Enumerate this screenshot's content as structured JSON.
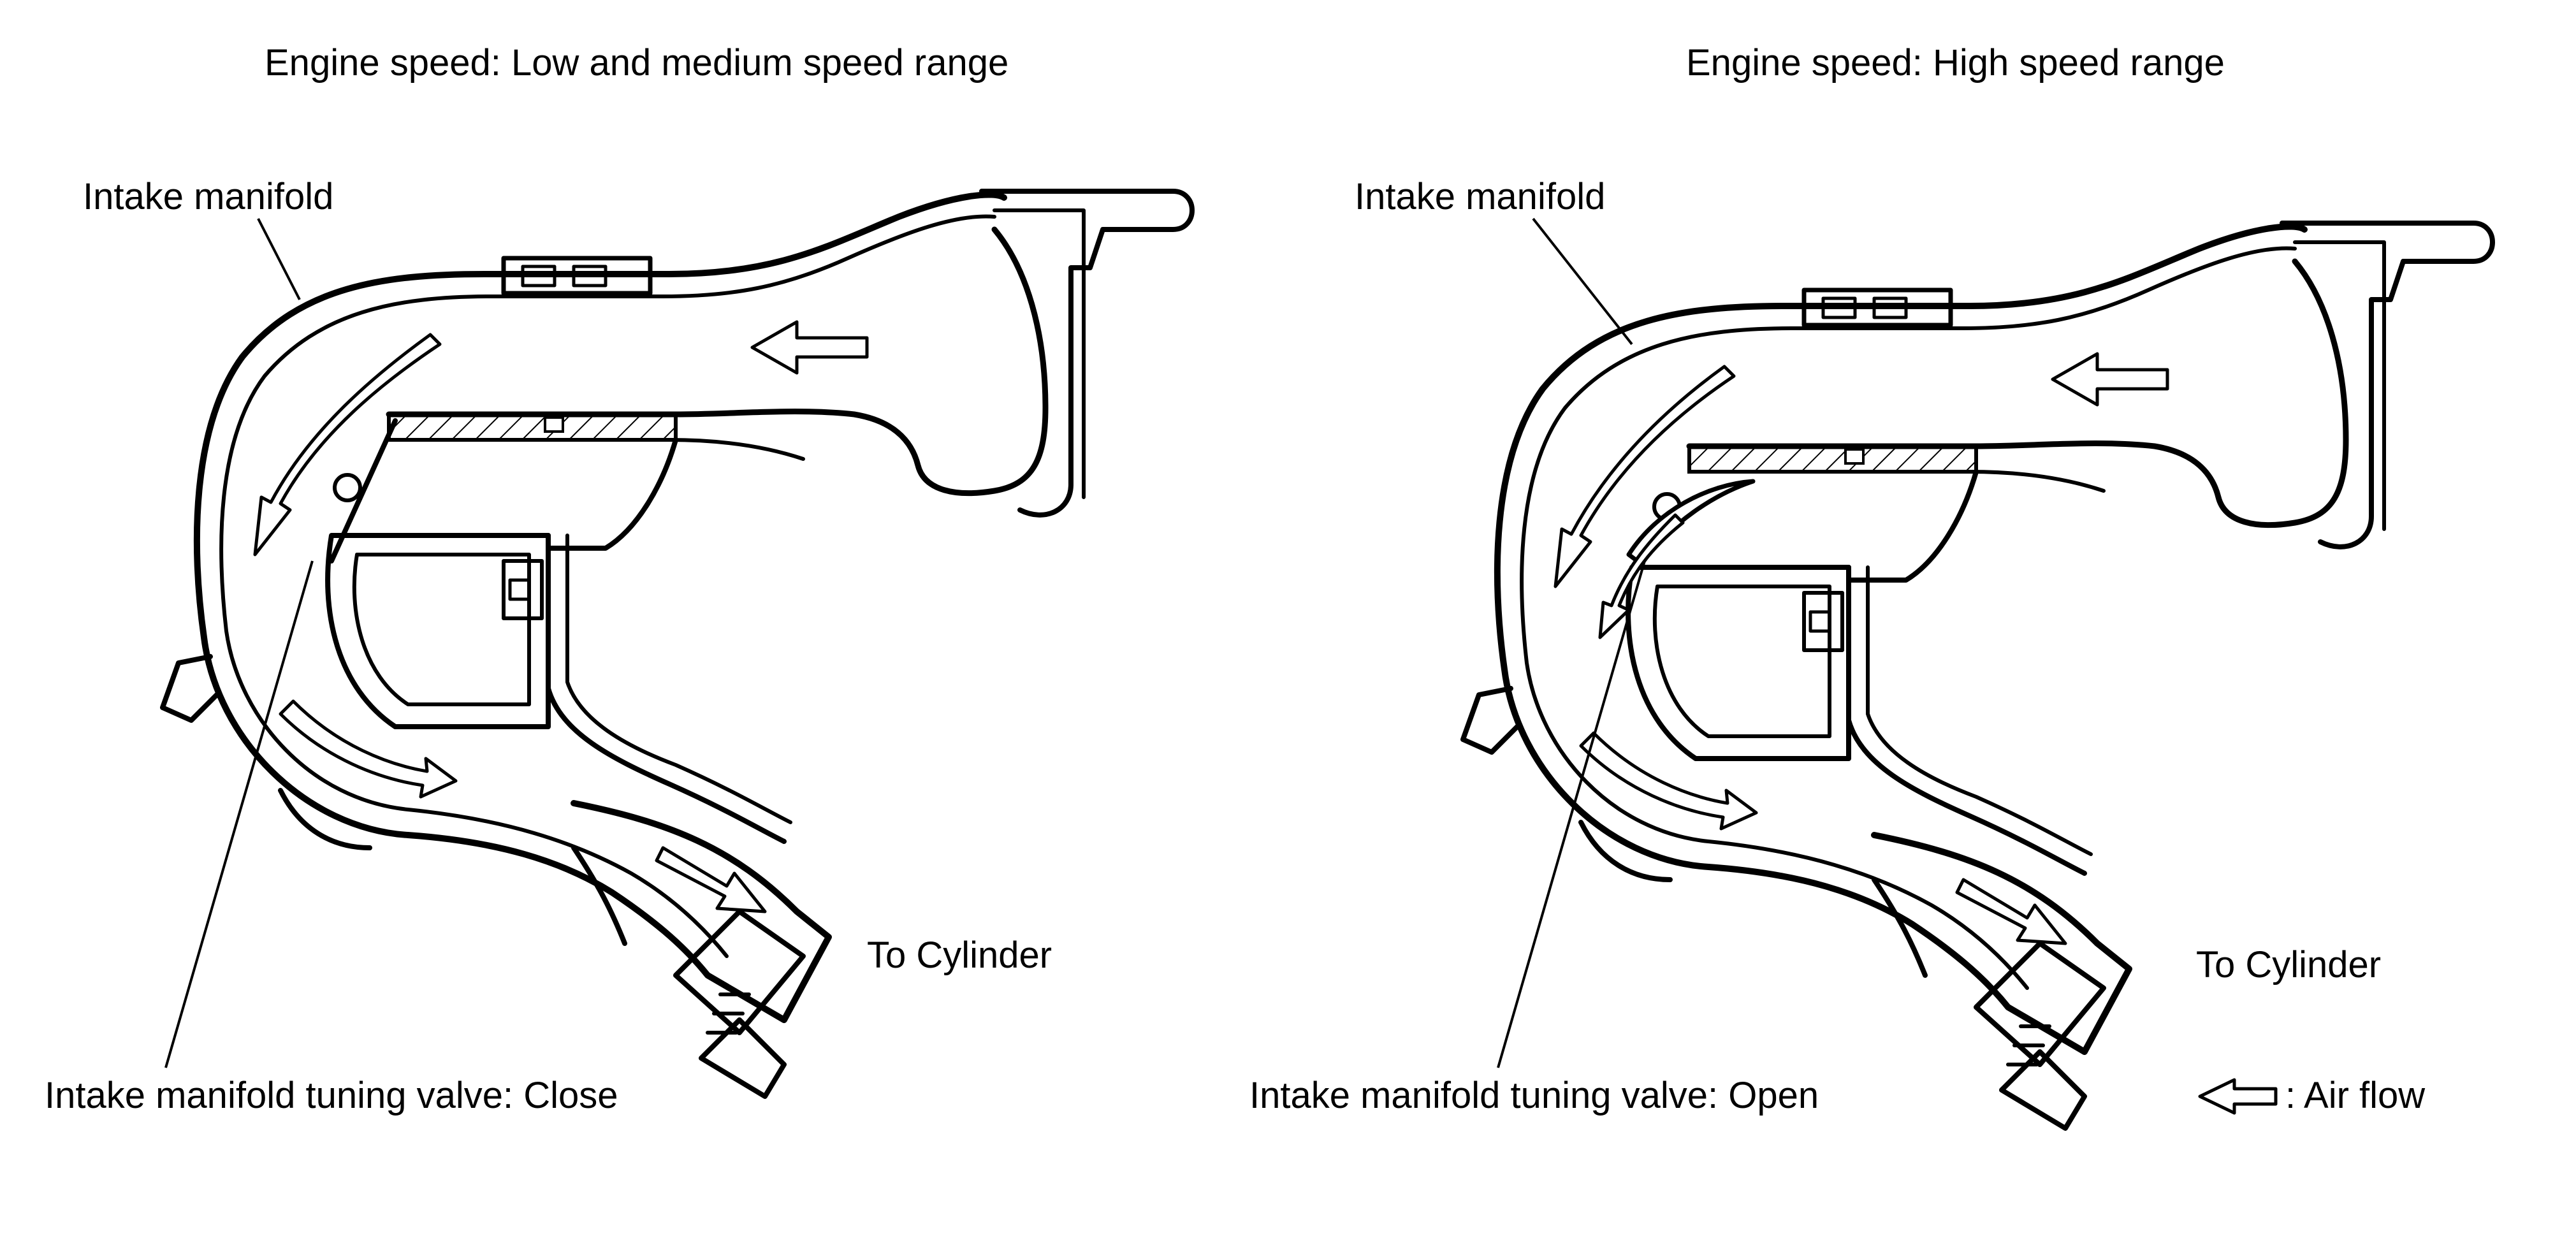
{
  "panels": [
    {
      "heading": "Engine speed: Low and medium speed range",
      "manifold_label": "Intake manifold",
      "cylinder_label": "To Cylinder",
      "valve_label": "Intake manifold tuning valve: Close",
      "valve_state": "closed"
    },
    {
      "heading": "Engine speed: High speed range",
      "manifold_label": "Intake manifold",
      "cylinder_label": "To Cylinder",
      "valve_label": "Intake manifold tuning valve: Open",
      "valve_state": "open"
    }
  ],
  "legend": {
    "text": ": Air flow",
    "icon": "air-flow-arrow-icon"
  }
}
